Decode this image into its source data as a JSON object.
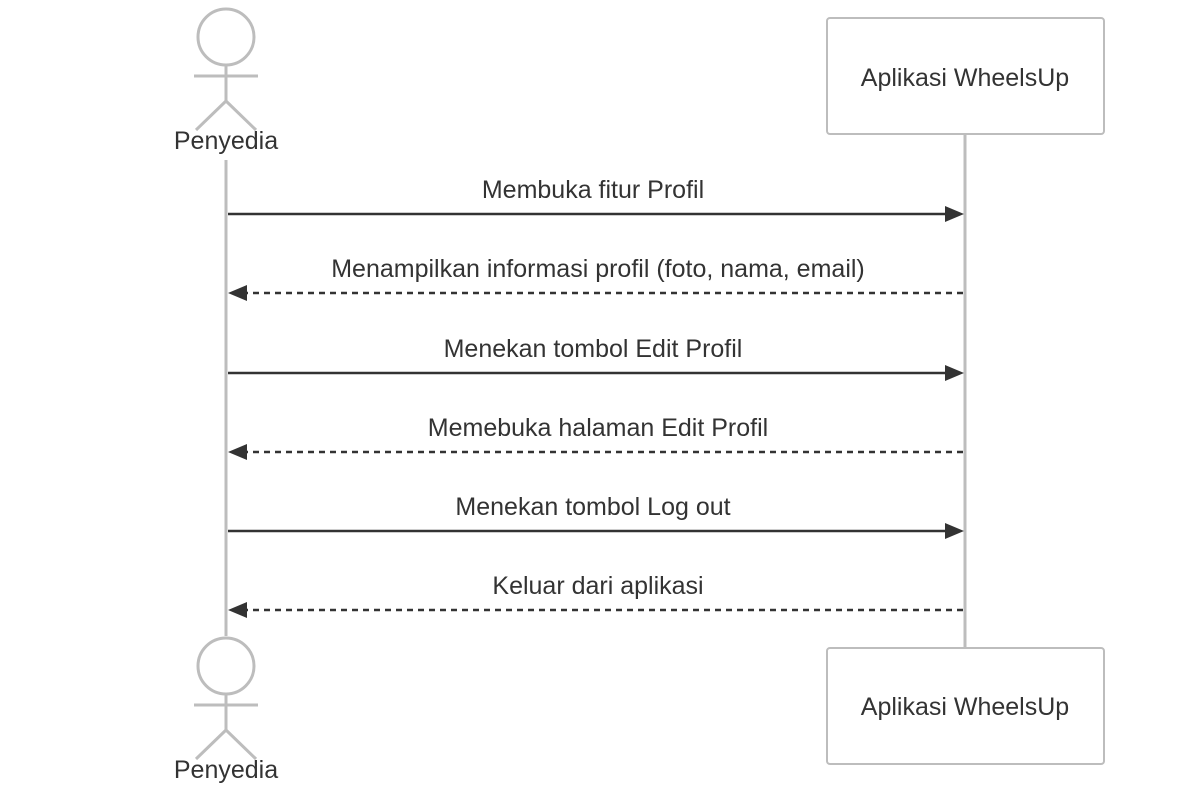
{
  "actor": {
    "name": "Penyedia"
  },
  "participant": {
    "name": "Aplikasi WheelsUp"
  },
  "messages": [
    {
      "label": "Membuka fitur Profil",
      "direction": "right",
      "style": "solid"
    },
    {
      "label": "Menampilkan informasi profil (foto, nama, email)",
      "direction": "left",
      "style": "dashed"
    },
    {
      "label": "Menekan tombol Edit Profil",
      "direction": "right",
      "style": "solid"
    },
    {
      "label": "Memebuka halaman Edit Profil",
      "direction": "left",
      "style": "dashed"
    },
    {
      "label": "Menekan tombol Log out",
      "direction": "right",
      "style": "solid"
    },
    {
      "label": "Keluar dari aplikasi",
      "direction": "left",
      "style": "dashed"
    }
  ],
  "colors": {
    "line": "#333333",
    "lifeline": "#bdbdbd",
    "text": "#333333"
  }
}
